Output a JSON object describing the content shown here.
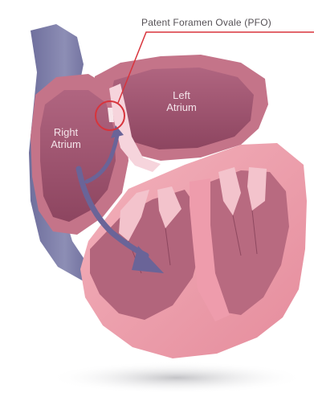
{
  "labels": {
    "pfo": "Patent Foramen Ovale (PFO)",
    "left_atrium_line1": "Left",
    "left_atrium_line2": "Atrium",
    "right_atrium_line1": "Right",
    "right_atrium_line2": "Atrium"
  },
  "colors": {
    "vena_cava": "#7e7fa8",
    "heart_outer": "#f0a3ae",
    "heart_wall": "#c47489",
    "chamber": "#9c4e68",
    "chamber_inner": "#b66a82",
    "septum": "#f6d4dc",
    "flow_arrow": "#6a6498",
    "pfo_marker": "#d8343c",
    "leader_line": "#d8343c"
  }
}
